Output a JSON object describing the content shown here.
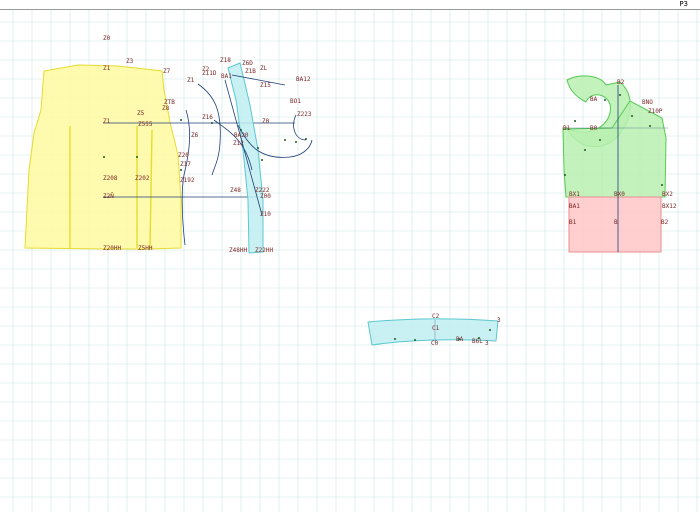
{
  "app": {
    "page_indicator": "P3"
  },
  "colors": {
    "grid": "#cfe4e4",
    "front_fill": "#fffaa0",
    "front_stroke": "#e6db2e",
    "sleeve_fill": "#bfeff2",
    "sleeve_stroke": "#5cc7cf",
    "hood_fill": "#b8f0b0",
    "hood_stroke": "#55c955",
    "band_fill": "#ffc7c7",
    "band_stroke": "#e98f8f",
    "label": "#7a2626",
    "guide": "#1f3f7a"
  },
  "labels": {
    "front": [
      "Z0",
      "Z1",
      "Z3",
      "Z7",
      "Z8",
      "Z5",
      "Z555",
      "Z1",
      "Z208",
      "Z202",
      "Z2Ñ",
      "Z20HH",
      "Z5HH"
    ],
    "middle": [
      "Z1",
      "Z2",
      "Z11D",
      "BA1",
      "Z18",
      "Z6",
      "BA20",
      "Z12",
      "Z20",
      "Z17",
      "Z192",
      "Z48",
      "Z222",
      "Z00",
      "Z0",
      "Z48HH",
      "Z22HH",
      "Z6D",
      "Z1B",
      "Z15",
      "ZL",
      "BA12",
      "BO1",
      "Z223",
      "Z10",
      "ZTB",
      "Z16"
    ],
    "hood": [
      "B2",
      "BA",
      "B1",
      "B0",
      "BNO",
      "Z10P",
      "BX1",
      "BX0",
      "BX2",
      "BA1",
      "BX12",
      "B1",
      "B",
      "B2"
    ],
    "sleeve": [
      "C2",
      "C1",
      "3",
      "C0",
      "BA",
      "B6L",
      "3"
    ]
  }
}
